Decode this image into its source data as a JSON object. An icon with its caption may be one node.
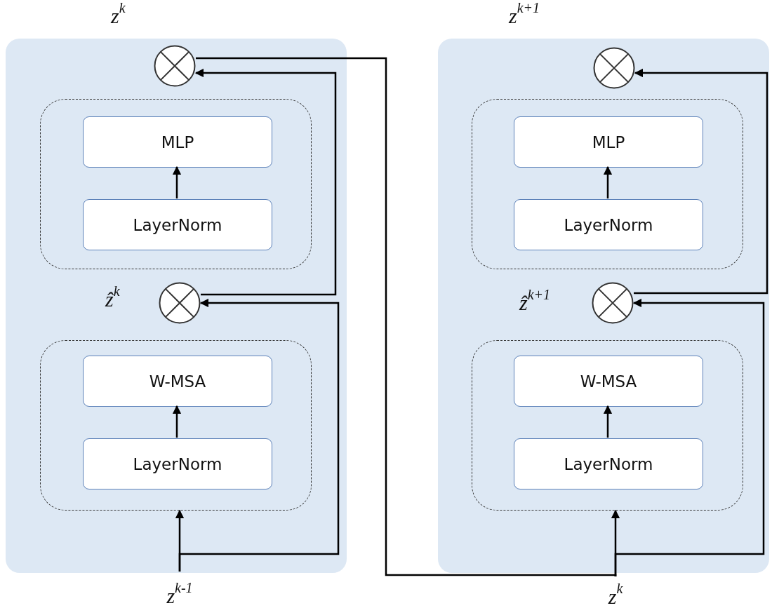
{
  "diagram": {
    "nodes": [
      {
        "text": [],
        "shape": "box"
      },
      {
        "text": [],
        "shape": "circle",
        "in": 0
      },
      {
        "text": [],
        "shape": "box",
        "in": 0
      },
      {
        "text": [
          "MLP"
        ],
        "in": 2
      },
      {
        "text": [
          "LayerNorm"
        ],
        "in": 2
      },
      {
        "text": [],
        "shape": "circle",
        "in": 0,
        "beside": [
          "ẑ$^{k}$"
        ]
      },
      {
        "text": [],
        "shape": "box",
        "in": 0
      },
      {
        "text": [
          "W-MSA"
        ],
        "in": 6
      },
      {
        "text": [
          "LayerNorm"
        ],
        "in": 6
      },
      {
        "text": [
          "z$^{k-1}$"
        ]
      },
      {
        "text": [],
        "shape": "box"
      },
      {
        "text": [],
        "shape": "circle",
        "in": 10
      },
      {
        "text": [],
        "shape": "box",
        "in": 10
      },
      {
        "text": [
          "MLP"
        ],
        "in": 12
      },
      {
        "text": [
          "LayerNorm"
        ],
        "in": 12
      },
      {
        "text": [],
        "shape": "circle",
        "in": 10,
        "beside": [
          "ẑ$^{k+1}$"
        ]
      },
      {
        "text": [],
        "shape": "box",
        "in": 10
      },
      {
        "text": [
          "W-MSA"
        ],
        "in": 16
      },
      {
        "text": [
          "LayerNorm"
        ],
        "in": 16
      },
      {
        "text": [
          "z$^{k}$"
        ]
      }
    ],
    "edges": [
      {
        "from": 4,
        "to": 3,
        "arrow": "to"
      },
      {
        "from": 8,
        "to": 7,
        "arrow": "to"
      },
      {
        "from": 9,
        "to": 6,
        "arrow": "to"
      },
      {
        "from": 9,
        "to": 5,
        "arrow": "to"
      },
      {
        "from": 5,
        "to": 1,
        "arrow": "to"
      },
      {
        "from": 1,
        "to": 19,
        "arrow": "none"
      },
      {
        "from": 14,
        "to": 13,
        "arrow": "to"
      },
      {
        "from": 18,
        "to": 17,
        "arrow": "to"
      },
      {
        "from": 19,
        "to": 16,
        "arrow": "to"
      },
      {
        "from": 19,
        "to": 15,
        "arrow": "to"
      },
      {
        "from": 15,
        "to": 11,
        "arrow": "to"
      }
    ],
    "labels": [
      "z$^{k}$",
      "z$^{k+1}$"
    ]
  }
}
